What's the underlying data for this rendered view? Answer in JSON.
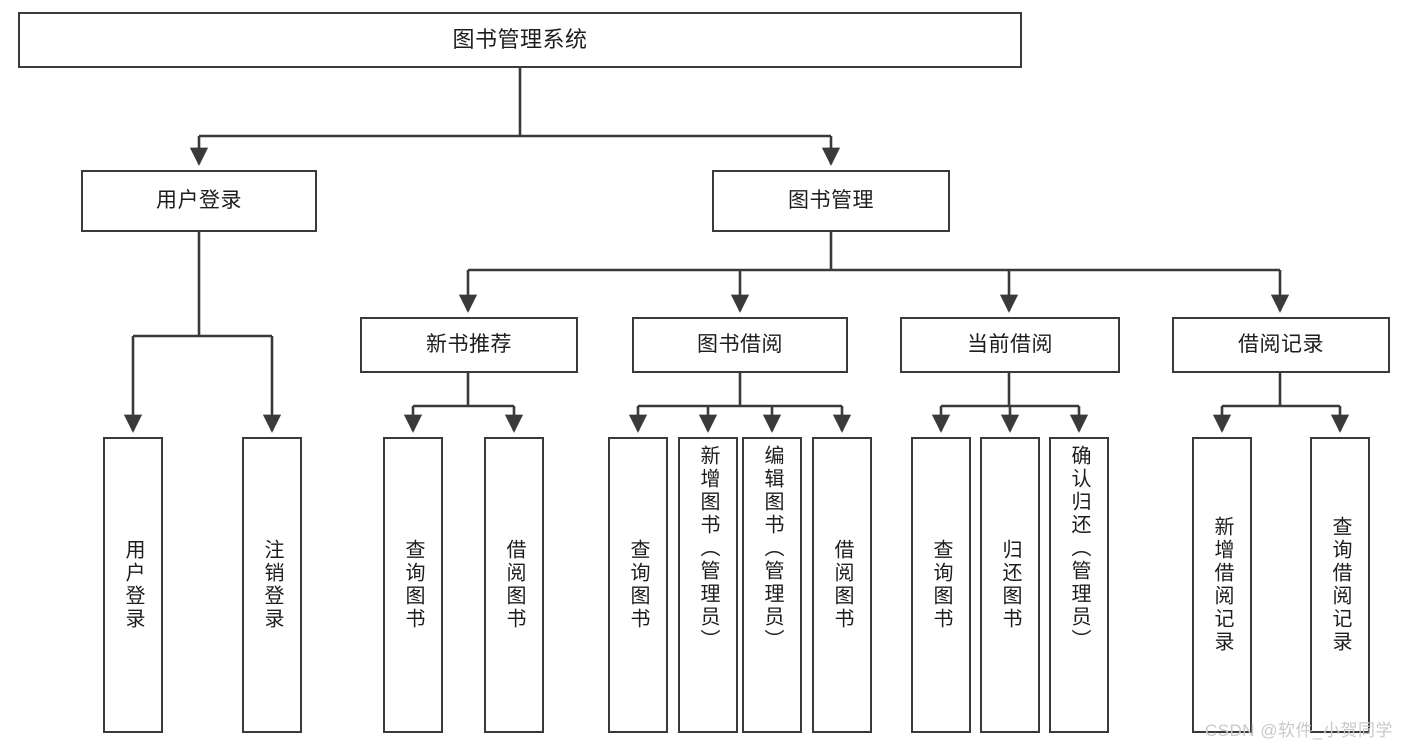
{
  "diagram": {
    "title": "图书管理系统",
    "type": "tree",
    "watermark": "CSDN @软件_小贺同学",
    "colors": {
      "box_border": "#3a3a3a",
      "box_fill": "#ffffff",
      "connector": "#3a3a3a",
      "text": "#1d1d1d",
      "watermark": "#c9c9c9",
      "background": "#ffffff"
    },
    "root": {
      "label": "图书管理系统"
    },
    "level2": [
      {
        "label": "用户登录"
      },
      {
        "label": "图书管理"
      }
    ],
    "level3": [
      {
        "label": "新书推荐"
      },
      {
        "label": "图书借阅"
      },
      {
        "label": "当前借阅"
      },
      {
        "label": "借阅记录"
      }
    ],
    "leaves": {
      "user_login": [
        {
          "label": "用户登录"
        },
        {
          "label": "注销登录"
        }
      ],
      "new_book": [
        {
          "label": "查询图书"
        },
        {
          "label": "借阅图书"
        }
      ],
      "book_borrow": [
        {
          "label": "查询图书"
        },
        {
          "label": "新增图书（管理员）"
        },
        {
          "label": "编辑图书（管理员）"
        },
        {
          "label": "借阅图书"
        }
      ],
      "current_borrow": [
        {
          "label": "查询图书"
        },
        {
          "label": "归还图书"
        },
        {
          "label": "确认归还（管理员）"
        }
      ],
      "borrow_record": [
        {
          "label": "新增借阅记录"
        },
        {
          "label": "查询借阅记录"
        }
      ]
    }
  }
}
